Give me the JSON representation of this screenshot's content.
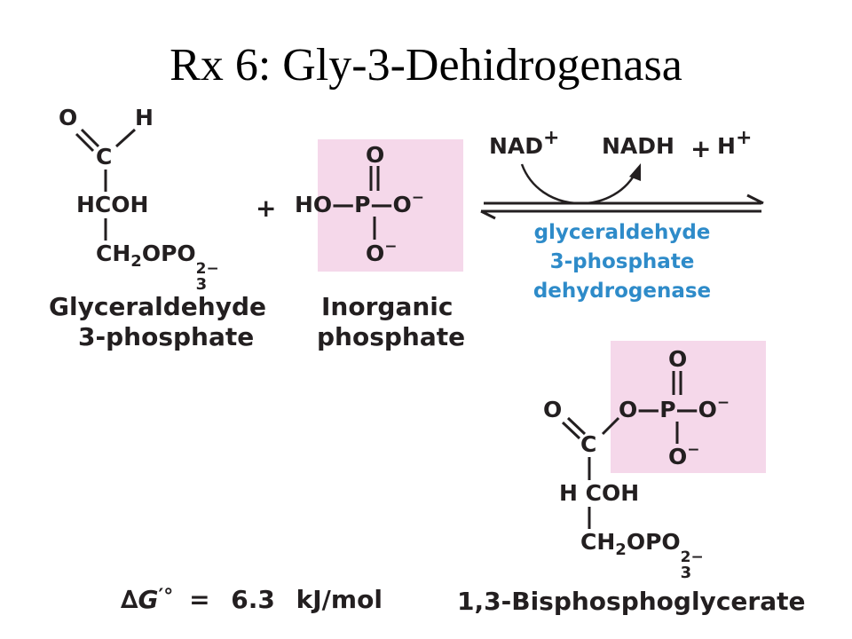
{
  "title": "Rx 6: Gly-3-Dehidrogenasa",
  "colors": {
    "highlight": "#f5d8ea",
    "enzyme": "#2e8bc9",
    "text": "#231f20"
  },
  "reactant1": {
    "atom_o": "O",
    "atom_h": "H",
    "atom_c": "C",
    "row_hcoh": "HCOH",
    "ch2_a": "CH",
    "ch2_sub": "2",
    "opo_a": "OPO",
    "opo_sub": "3",
    "opo_charge": "2−",
    "name_line1": "Glyceraldehyde",
    "name_line2": "3-phosphate"
  },
  "plus1": "+",
  "reactant2": {
    "top_o": "O",
    "row": "HO—P—O",
    "row_charge": "−",
    "bottom_o": "O",
    "bottom_charge": "−",
    "name_line1": "Inorganic",
    "name_line2": "phosphate"
  },
  "cofactors": {
    "nad": "NAD",
    "nad_charge": "+",
    "nadh": "NADH",
    "plus": "+",
    "h": "H",
    "h_charge": "+"
  },
  "enzyme": {
    "line1": "glyceraldehyde",
    "line2": "3-phosphate",
    "line3": "dehydrogenase"
  },
  "product": {
    "atom_o": "O",
    "row_top": "O—P—O",
    "row_top_charge": "−",
    "top_o": "O",
    "side_o": "O",
    "side_o_charge": "−",
    "atom_c": "C",
    "row_hcoh": "H COH",
    "ch2_a": "CH",
    "ch2_sub": "2",
    "opo_a": "OPO",
    "opo_sub": "3",
    "opo_charge": "2−",
    "name": "1,3-Bisphosphoglycerate"
  },
  "delta_g": {
    "symbol": "∆G",
    "prime": "′°",
    "equals": "=",
    "value": "6.3",
    "unit": "kJ/mol"
  }
}
